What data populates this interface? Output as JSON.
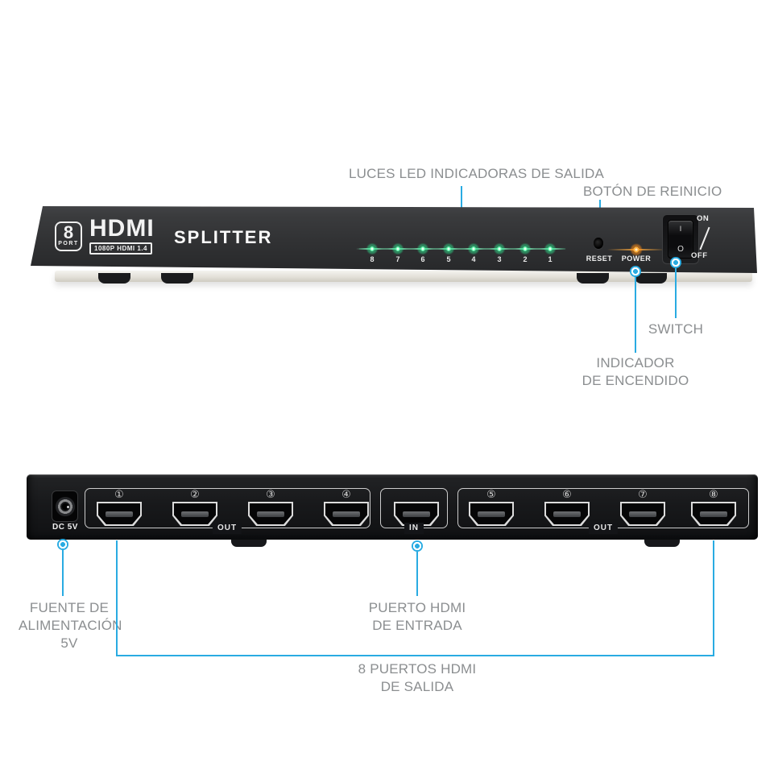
{
  "colors": {
    "accent_blue": "#29abe2",
    "label_gray": "#8b8e90",
    "led_green": "#2fe08d",
    "power_orange": "#ffa01e",
    "device_black": "#18191b"
  },
  "front": {
    "logo": {
      "port_count": "8",
      "port_label": "PORT",
      "brand": "HDMI",
      "spec": "1080P HDMI 1.4",
      "product": "SPLITTER"
    },
    "led_numbers": [
      "8",
      "7",
      "6",
      "5",
      "4",
      "3",
      "2",
      "1"
    ],
    "reset_label": "RESET",
    "power_label": "POWER",
    "switch": {
      "on": "ON",
      "off": "OFF",
      "i": "I",
      "o": "O"
    }
  },
  "rear": {
    "dc_label": "DC 5V",
    "out_group_1": {
      "label": "OUT",
      "ports": [
        "①",
        "②",
        "③",
        "④"
      ]
    },
    "in_group": {
      "label": "IN"
    },
    "out_group_2": {
      "label": "OUT",
      "ports": [
        "⑤",
        "⑥",
        "⑦",
        "⑧"
      ]
    }
  },
  "callouts": {
    "leds": "LUCES LED INDICADORAS DE SALIDA",
    "reset": "BOTÓN DE REINICIO",
    "switch": "SWITCH",
    "power_line1": "INDICADOR",
    "power_line2": "DE ENCENDIDO",
    "dc_line1": "FUENTE DE",
    "dc_line2": "ALIMENTACIÓN",
    "dc_line3": "5V",
    "input_line1": "PUERTO HDMI",
    "input_line2": "DE ENTRADA",
    "outputs_line1": "8 PUERTOS HDMI",
    "outputs_line2": "DE SALIDA"
  }
}
